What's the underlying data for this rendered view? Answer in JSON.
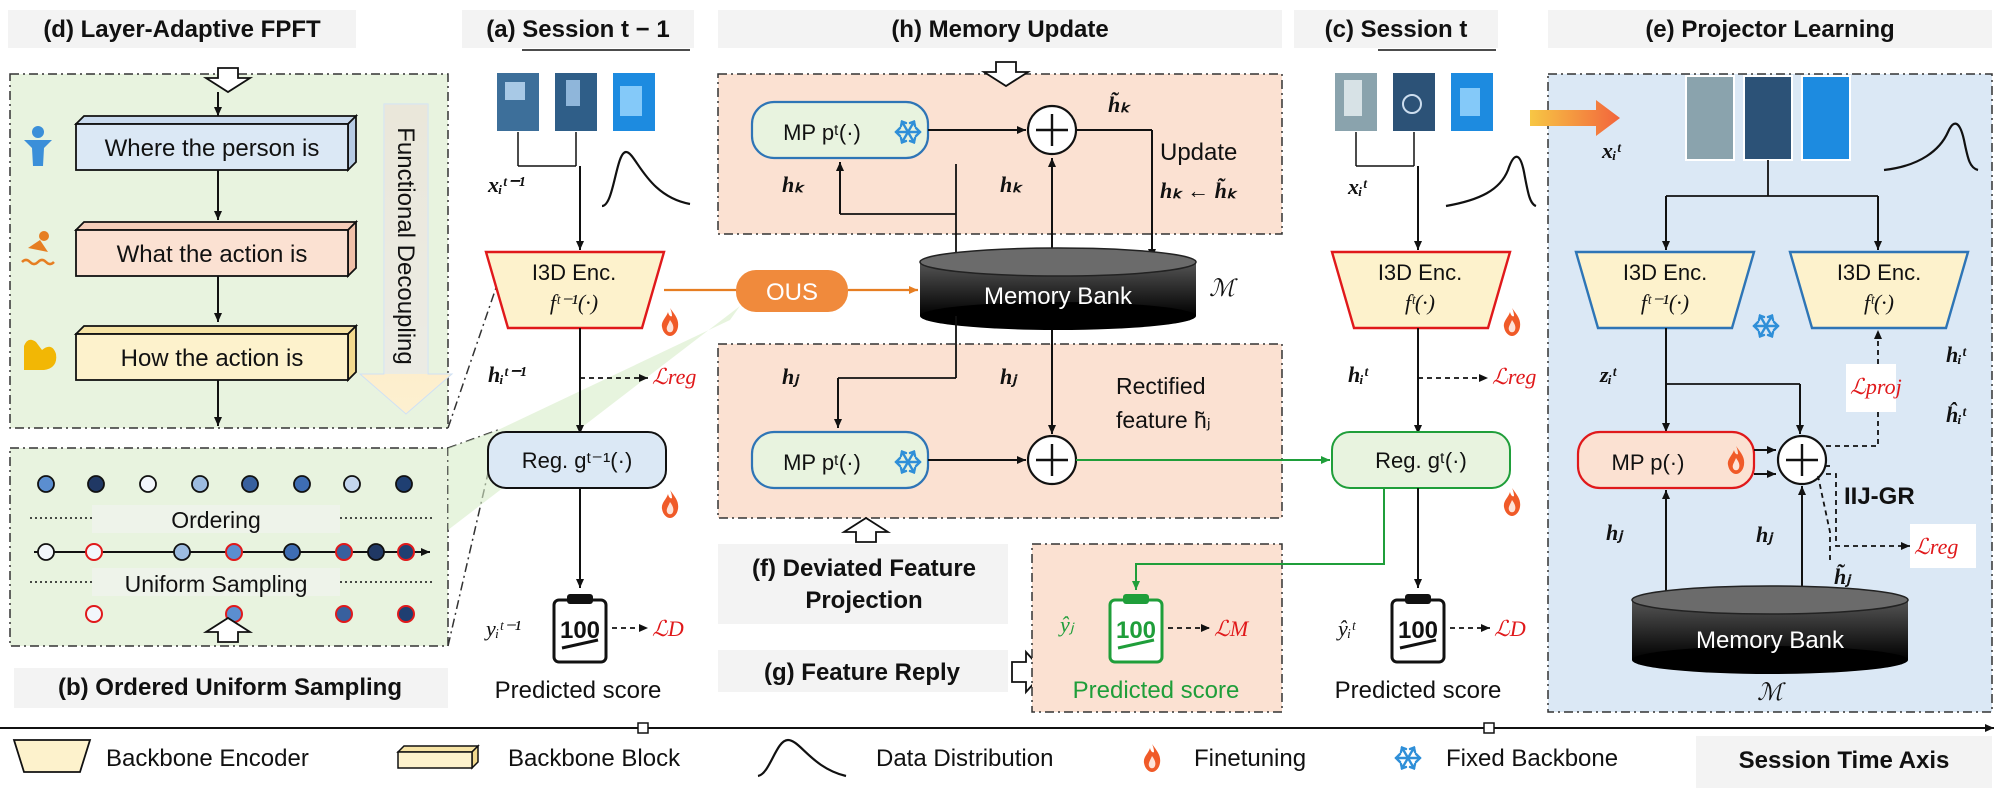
{
  "panels": {
    "d": {
      "title": "(d) Layer-Adaptive FPFT",
      "blocks": [
        "Where the person is",
        "What the action is",
        "How the action is"
      ],
      "arrow_label": "Functional Decoupling"
    },
    "b": {
      "title": "(b) Ordered Uniform Sampling",
      "ordering": "Ordering",
      "uniform": "Uniform Sampling"
    },
    "a": {
      "title": "(a) Session t − 1",
      "input": "xᵢᵗ⁻¹",
      "encoder": "I3D Enc.",
      "encoder_fn": "fᵗ⁻¹(·)",
      "feature": "hᵢᵗ⁻¹",
      "regressor": "Reg. gᵗ⁻¹(·)",
      "pred": "yᵢᵗ⁻¹",
      "loss_reg": "ℒreg",
      "loss_d": "ℒD",
      "caption": "Predicted score"
    },
    "h": {
      "title": "(h) Memory Update",
      "mp": "MP pᵗ(·)",
      "h_k": "hₖ",
      "h_tilde_k": "h̃ₖ",
      "update_1": "Update",
      "update_2": "hₖ ← h̃ₖ",
      "memory_bank": "Memory Bank",
      "M": "ℳ",
      "ous": "OUS"
    },
    "f": {
      "title_1": "(f) Deviated Feature",
      "title_2": "Projection",
      "h_j": "hⱼ",
      "mp": "MP pᵗ(·)",
      "rectified_1": "Rectified",
      "rectified_2": "feature h̃ⱼ"
    },
    "g": {
      "title": "(g) Feature Reply",
      "pred": "ŷⱼ",
      "loss_m": "ℒM",
      "caption": "Predicted score"
    },
    "c": {
      "title": "(c) Session t",
      "input": "xᵢᵗ",
      "encoder": "I3D Enc.",
      "encoder_fn": "fᵗ(·)",
      "feature": "hᵢᵗ",
      "regressor": "Reg. gᵗ(·)",
      "pred": "ŷᵢᵗ",
      "loss_reg": "ℒreg",
      "loss_d": "ℒD",
      "caption": "Predicted score"
    },
    "e": {
      "title": "(e) Projector Learning",
      "input": "xᵢᵗ",
      "enc_old": "I3D Enc.",
      "enc_old_fn": "fᵗ⁻¹(·)",
      "enc_new": "I3D Enc.",
      "enc_new_fn": "fᵗ(·)",
      "z": "zᵢᵗ",
      "h_it": "hᵢᵗ",
      "h_hat": "ĥᵢᵗ",
      "mp": "MP p(·)",
      "loss_proj": "ℒproj",
      "iij": "IIJ-GR",
      "h_j": "hⱼ",
      "h_tilde_j": "h̃ⱼ",
      "loss_reg": "ℒreg",
      "memory_bank": "Memory Bank",
      "M": "ℳ"
    }
  },
  "legend": {
    "items": [
      "Backbone Encoder",
      "Backbone Block",
      "Data Distribution",
      "Finetuning",
      "Fixed Backbone"
    ],
    "axis": "Session Time Axis"
  },
  "colors": {
    "blue_fill": "#dbe8f5",
    "peach_fill": "#fbe1d2",
    "yellow_fill": "#fdf2cc",
    "green_fill": "#e8f3df",
    "green_line": "#1f9e3a",
    "orange": "#e67e22",
    "red": "#e0191b"
  }
}
